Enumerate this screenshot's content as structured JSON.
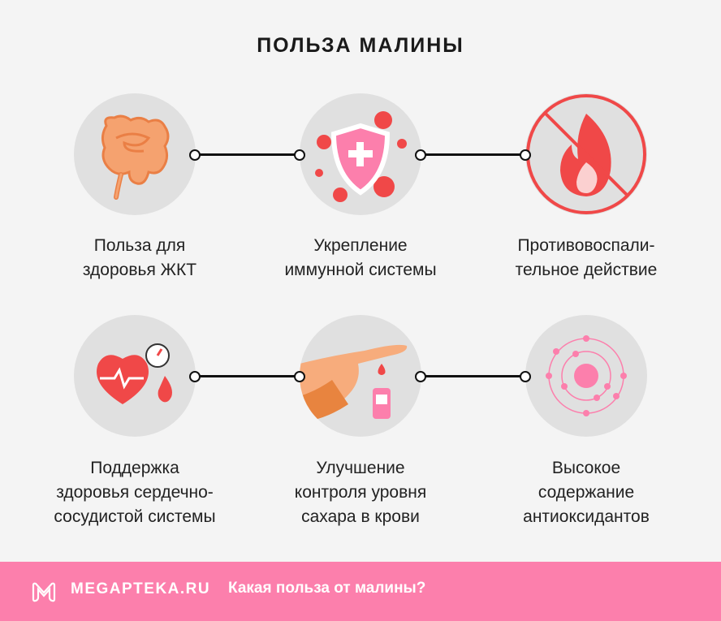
{
  "title": "ПОЛЬЗА МАЛИНЫ",
  "benefits": [
    {
      "icon": "intestines-icon",
      "line1": "Польза для",
      "line2": "здоровья ЖКТ"
    },
    {
      "icon": "shield-virus-icon",
      "line1": "Укрепление",
      "line2": "иммунной системы"
    },
    {
      "icon": "no-fire-icon",
      "line1": "Противовоспали-",
      "line2": "тельное действие"
    },
    {
      "icon": "heart-pressure-icon",
      "line1": "Поддержка",
      "line2": "здоровья сердечно-",
      "line3": "сосудистой системы"
    },
    {
      "icon": "glucose-test-icon",
      "line1": "Улучшение",
      "line2": "контроля уровня",
      "line3": "сахара в крови"
    },
    {
      "icon": "antioxidant-atom-icon",
      "line1": "Высокое",
      "line2": "содержание",
      "line3": "антиоксидантов"
    }
  ],
  "footer": {
    "brand": "MEGAPTEKA.RU",
    "question": "Какая польза от малины?"
  },
  "colors": {
    "accent": "#fc7fac",
    "red": "#f04848",
    "orange": "#f5a26f"
  }
}
